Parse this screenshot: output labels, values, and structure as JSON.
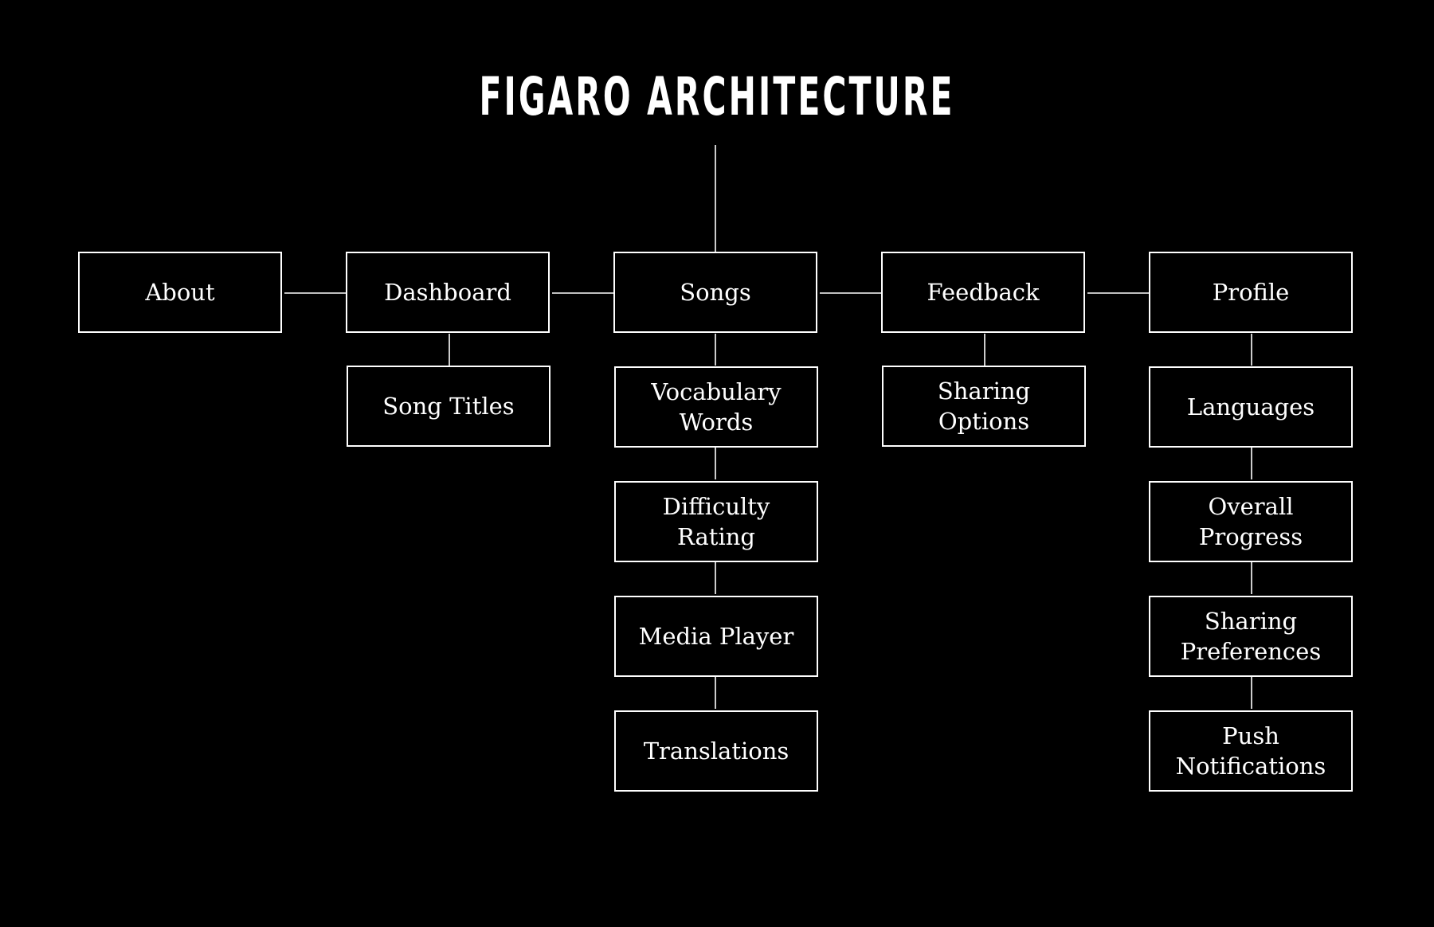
{
  "diagram": {
    "title": "FIGARO ARCHITECTURE",
    "top_level": [
      {
        "label": "About",
        "children": []
      },
      {
        "label": "Dashboard",
        "children": [
          "Song Titles"
        ]
      },
      {
        "label": "Songs",
        "children": [
          "Vocabulary Words",
          "Difficulty Rating",
          "Media Player",
          "Translations"
        ]
      },
      {
        "label": "Feedback",
        "children": [
          "Sharing Options"
        ]
      },
      {
        "label": "Profile",
        "children": [
          "Languages",
          "Overall Progress",
          "Sharing Preferences",
          "Push Notifications"
        ]
      }
    ],
    "colors": {
      "background": "#000000",
      "foreground": "#ffffff"
    }
  }
}
